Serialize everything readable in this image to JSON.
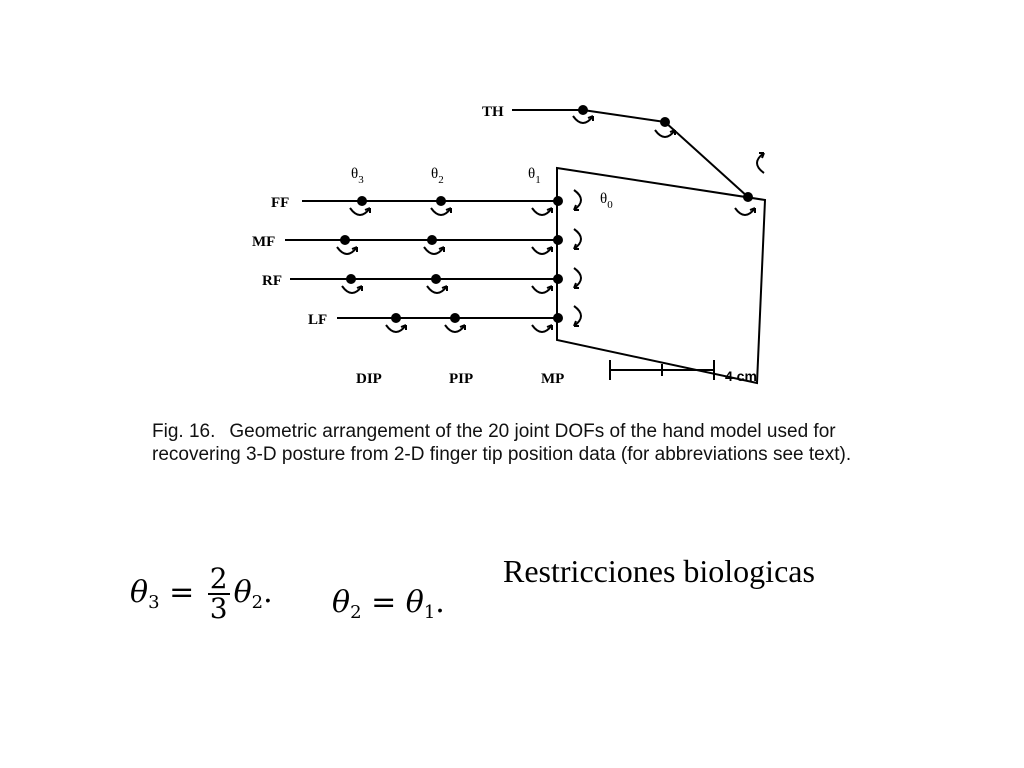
{
  "diagram": {
    "finger_labels": {
      "thumb": "TH",
      "first": "FF",
      "middle": "MF",
      "ring": "RF",
      "little": "LF"
    },
    "angles": {
      "theta0": {
        "symbol": "θ",
        "sub": "0"
      },
      "theta1": {
        "symbol": "θ",
        "sub": "1"
      },
      "theta2": {
        "symbol": "θ",
        "sub": "2"
      },
      "theta3": {
        "symbol": "θ",
        "sub": "3"
      }
    },
    "joint_labels": {
      "dip": "DIP",
      "pip": "PIP",
      "mp": "MP"
    },
    "scale_label": "4 cm"
  },
  "caption": {
    "fig_number": "Fig. 16.",
    "text": "Geometric arrangement of the 20 joint DOFs of the hand model used for recovering 3-D posture from 2-D finger tip position data (for abbreviations see text)."
  },
  "title": "Restricciones biologicas",
  "equations": {
    "eq1": {
      "lhs_var": "θ",
      "lhs_sub": "3",
      "equals": "=",
      "num": "2",
      "den": "3",
      "rhs_var": "θ",
      "rhs_sub": "2",
      "end": "."
    },
    "eq2": {
      "lhs_var": "θ",
      "lhs_sub": "2",
      "equals": "=",
      "rhs_var": "θ",
      "rhs_sub": "1",
      "end": "."
    }
  }
}
